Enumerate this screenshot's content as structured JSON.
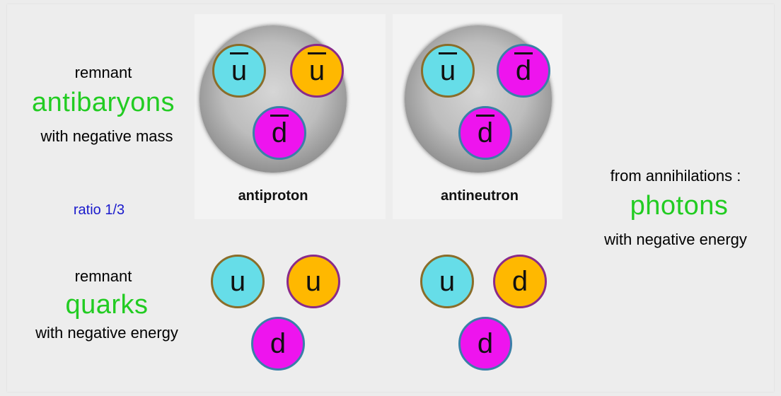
{
  "colors": {
    "green": "#22cc22",
    "blue": "#1a1acc",
    "cyan": "#66dde8",
    "orange": "#ffb800",
    "magenta": "#ee14ee"
  },
  "left": {
    "antibaryons": {
      "line1": "remnant",
      "line2": "antibaryons",
      "line3": "with negative mass"
    },
    "ratio": "ratio 1/3",
    "quarks": {
      "line1": "remnant",
      "line2": "quarks",
      "line3": "with negative energy"
    }
  },
  "right": {
    "line1": "from annihilations :",
    "line2": "photons",
    "line3": "with negative energy"
  },
  "antiproton": {
    "caption": "antiproton",
    "quarks": [
      {
        "label": "u",
        "anti": true,
        "color": "cyan"
      },
      {
        "label": "u",
        "anti": true,
        "color": "orange"
      },
      {
        "label": "d",
        "anti": true,
        "color": "magenta"
      }
    ]
  },
  "antineutron": {
    "caption": "antineutron",
    "quarks": [
      {
        "label": "u",
        "anti": true,
        "color": "cyan"
      },
      {
        "label": "d",
        "anti": true,
        "color": "magenta"
      },
      {
        "label": "d",
        "anti": true,
        "color": "magenta"
      }
    ]
  },
  "quarks_group_1": {
    "quarks": [
      {
        "label": "u",
        "anti": false,
        "color": "cyan"
      },
      {
        "label": "u",
        "anti": false,
        "color": "orange"
      },
      {
        "label": "d",
        "anti": false,
        "color": "magenta"
      }
    ]
  },
  "quarks_group_2": {
    "quarks": [
      {
        "label": "u",
        "anti": false,
        "color": "cyan"
      },
      {
        "label": "d",
        "anti": false,
        "color": "orange"
      },
      {
        "label": "d",
        "anti": false,
        "color": "magenta"
      }
    ]
  }
}
